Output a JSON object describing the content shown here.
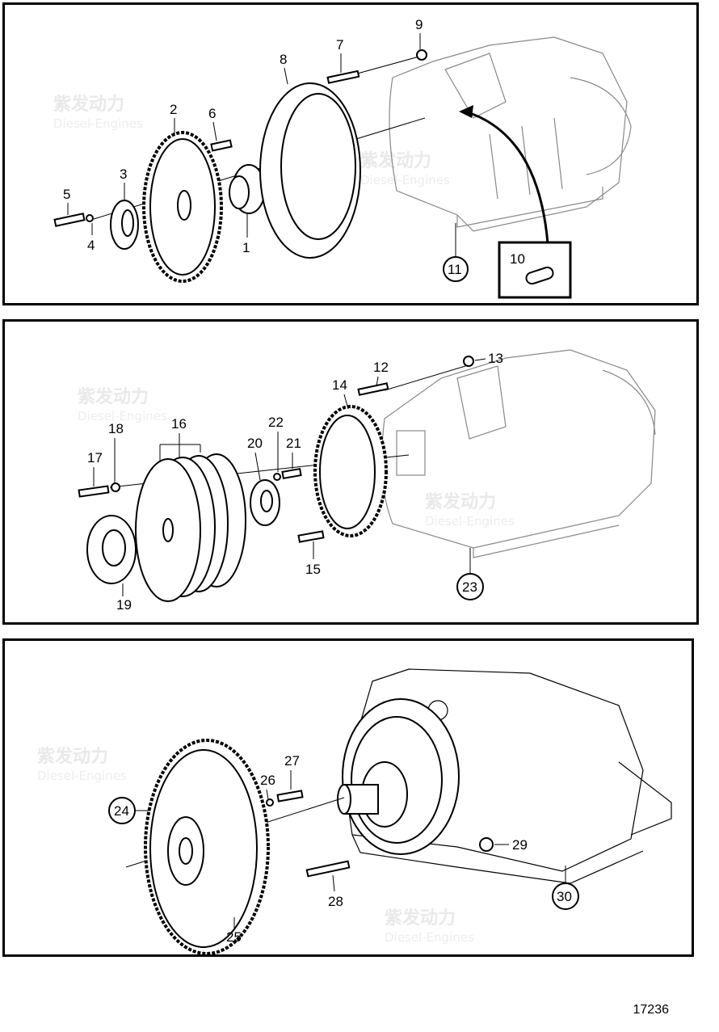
{
  "drawing_number": "17236",
  "watermark": {
    "brand": "紫发动力",
    "sub": "Diesel-Engines"
  },
  "panels": [
    {
      "id": "top",
      "callouts": [
        "1",
        "2",
        "3",
        "4",
        "5",
        "6",
        "7",
        "8",
        "9"
      ],
      "inset_label": "10",
      "circled": [
        "11"
      ]
    },
    {
      "id": "middle",
      "callouts": [
        "12",
        "13",
        "14",
        "15",
        "16",
        "17",
        "18",
        "19",
        "20",
        "21",
        "22"
      ],
      "circled": [
        "23"
      ]
    },
    {
      "id": "bottom",
      "callouts": [
        "25",
        "26",
        "27",
        "28",
        "29"
      ],
      "circled": [
        "24",
        "30"
      ]
    }
  ]
}
